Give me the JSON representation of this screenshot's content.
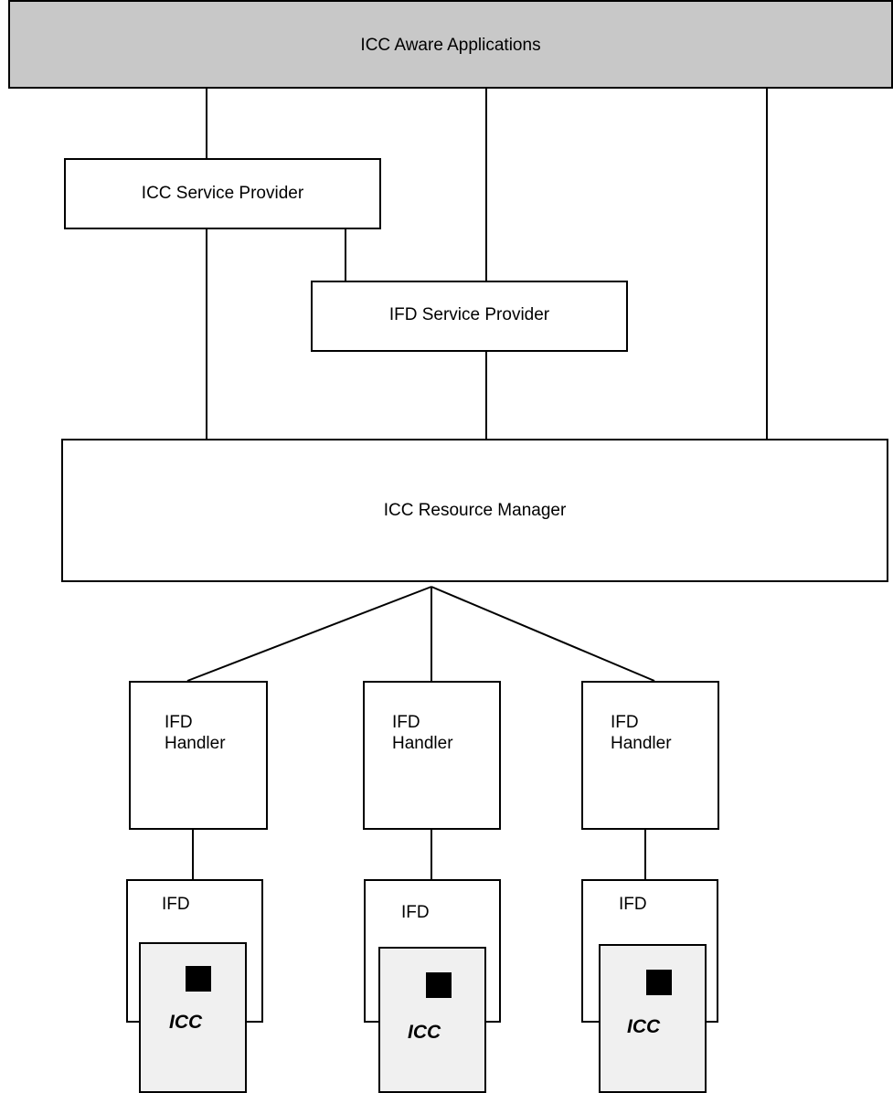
{
  "top_bar": {
    "label": "ICC Aware Applications",
    "fill": "#c8c8c8"
  },
  "icc_service_provider": {
    "label": "ICC Service Provider"
  },
  "ifd_service_provider": {
    "label": "IFD Service Provider"
  },
  "resource_manager": {
    "label": "ICC Resource Manager"
  },
  "handlers": [
    {
      "line1": "IFD",
      "line2": "Handler"
    },
    {
      "line1": "IFD",
      "line2": "Handler"
    },
    {
      "line1": "IFD",
      "line2": "Handler"
    }
  ],
  "readers": [
    {
      "label": "IFD",
      "card_label": "ICC"
    },
    {
      "label": "IFD",
      "card_label": "ICC"
    },
    {
      "label": "IFD",
      "card_label": "ICC"
    }
  ],
  "colors": {
    "card_fill": "#f0f0f0",
    "chip": "#000000",
    "line": "#000000"
  }
}
